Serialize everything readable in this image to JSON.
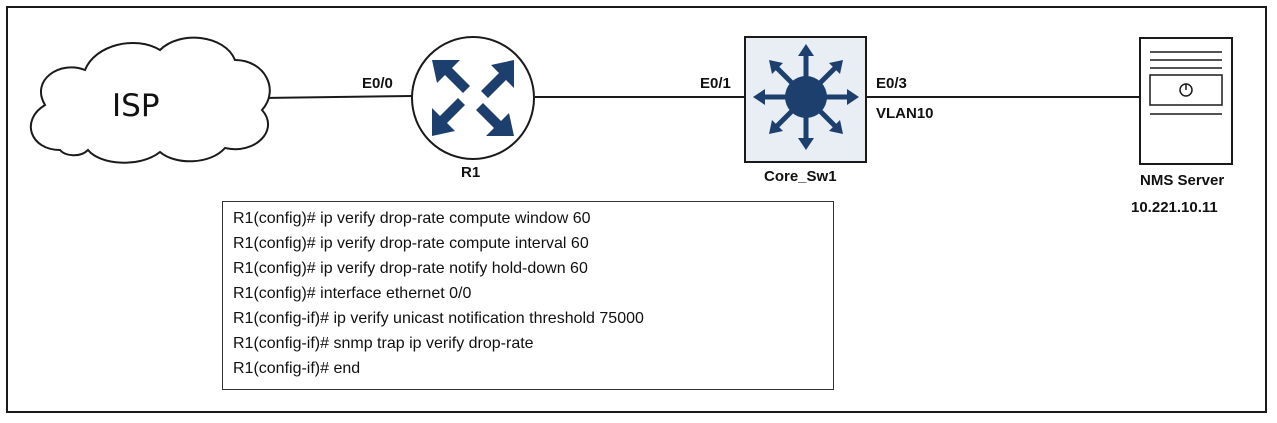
{
  "nodes": {
    "isp": {
      "label": "ISP"
    },
    "r1": {
      "label": "R1"
    },
    "core_sw": {
      "label": "Core_Sw1"
    },
    "nms": {
      "label": "NMS Server",
      "ip": "10.221.10.11"
    }
  },
  "links": {
    "r1_e0_0": "E0/0",
    "sw_e0_1": "E0/1",
    "sw_e0_3": "E0/3",
    "vlan": "VLAN10"
  },
  "config": {
    "lines": [
      "R1(config)# ip verify drop-rate compute window 60",
      "R1(config)# ip verify drop-rate compute interval 60",
      "R1(config)# ip verify drop-rate notify hold-down 60",
      "R1(config)# interface ethernet 0/0",
      "R1(config-if)# ip verify unicast notification threshold 75000",
      "R1(config-if)# snmp trap ip verify drop-rate",
      "R1(config-if)# end"
    ]
  },
  "colors": {
    "device_blue": "#1d3f6e",
    "switch_fill": "#e8eef3",
    "line": "#1a1a1a"
  }
}
